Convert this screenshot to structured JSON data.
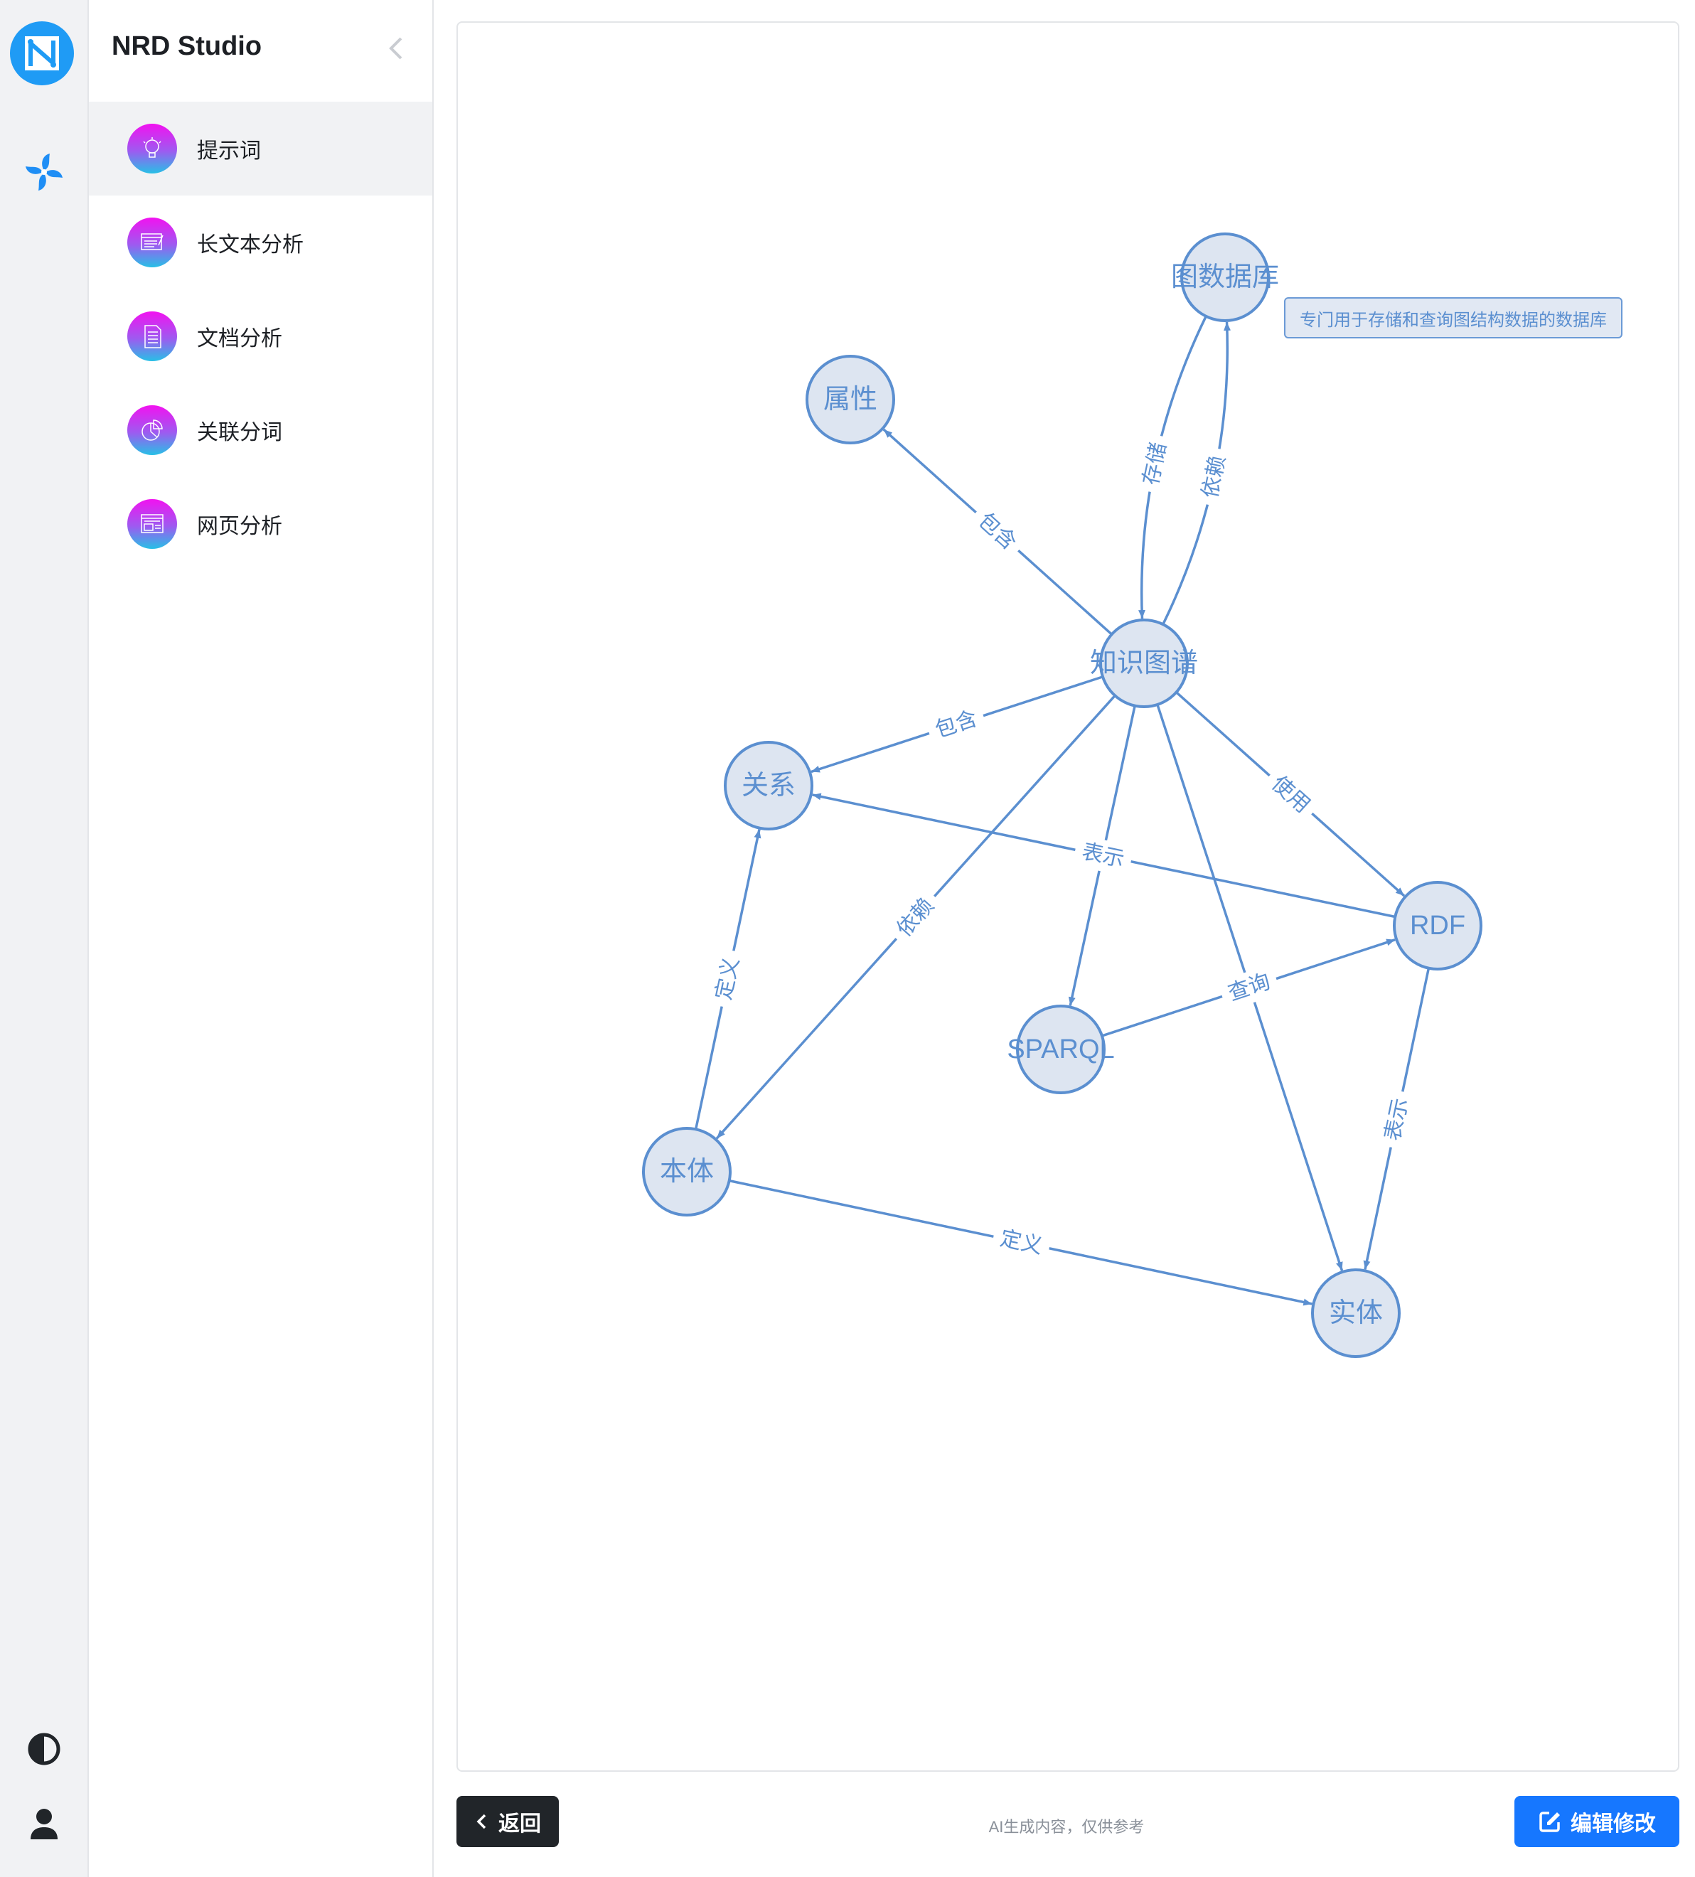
{
  "app": {
    "title": "NRD Studio"
  },
  "sidebar": {
    "items": [
      {
        "label": "提示词",
        "icon": "lightbulb-icon",
        "active": true
      },
      {
        "label": "长文本分析",
        "icon": "document-edit-icon",
        "active": false
      },
      {
        "label": "文档分析",
        "icon": "file-icon",
        "active": false
      },
      {
        "label": "关联分词",
        "icon": "pie-chart-icon",
        "active": false
      },
      {
        "label": "网页分析",
        "icon": "webpage-icon",
        "active": false
      }
    ]
  },
  "rail": {
    "icons": [
      "logo-icon",
      "pinwheel-icon",
      "theme-toggle-icon",
      "user-icon"
    ]
  },
  "graph": {
    "nodes": [
      {
        "id": "gdb",
        "label": "图数据库"
      },
      {
        "id": "attr",
        "label": "属性"
      },
      {
        "id": "kg",
        "label": "知识图谱"
      },
      {
        "id": "rel",
        "label": "关系"
      },
      {
        "id": "rdf",
        "label": "RDF"
      },
      {
        "id": "sparql",
        "label": "SPARQL"
      },
      {
        "id": "onto",
        "label": "本体"
      },
      {
        "id": "entity",
        "label": "实体"
      }
    ],
    "edges": [
      {
        "source": "gdb",
        "target": "kg",
        "label": "存储",
        "curve": -1
      },
      {
        "source": "kg",
        "target": "gdb",
        "label": "依赖",
        "curve": -1
      },
      {
        "source": "kg",
        "target": "attr",
        "label": "包含"
      },
      {
        "source": "kg",
        "target": "rel",
        "label": "包含"
      },
      {
        "source": "kg",
        "target": "rdf",
        "label": "使用"
      },
      {
        "source": "kg",
        "target": "sparql",
        "label": ""
      },
      {
        "source": "kg",
        "target": "onto",
        "label": "依赖"
      },
      {
        "source": "kg",
        "target": "entity",
        "label": ""
      },
      {
        "source": "rdf",
        "target": "rel",
        "label": "表示"
      },
      {
        "source": "sparql",
        "target": "rdf",
        "label": "查询"
      },
      {
        "source": "rdf",
        "target": "entity",
        "label": "表示"
      },
      {
        "source": "onto",
        "target": "entity",
        "label": "定义"
      },
      {
        "source": "onto",
        "target": "rel",
        "label": "定义"
      }
    ],
    "tooltip": "专门用于存储和查询图结构数据的数据库",
    "colors": {
      "stroke": "#5b8fd0",
      "fill": "#dde5f1",
      "text": "#5b8fd0"
    }
  },
  "footer": {
    "back_label": "返回",
    "note": "AI生成内容，仅供参考",
    "edit_label": "编辑修改"
  }
}
